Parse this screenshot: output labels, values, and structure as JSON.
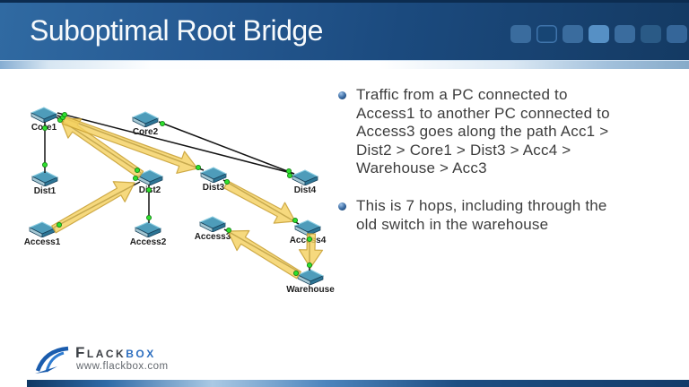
{
  "slide": {
    "title": "Suboptimal Root Bridge"
  },
  "header": {
    "decor_squares": [
      {
        "fill": "#3a6c9e"
      },
      {
        "fill": "#174574",
        "border": "#3f74ab"
      },
      {
        "fill": "#3a6c9e"
      },
      {
        "fill": "#5690c5"
      },
      {
        "fill": "#3a6c9e"
      },
      {
        "fill": "#2a5a86"
      },
      {
        "fill": "#356699"
      }
    ]
  },
  "bullets": [
    {
      "lines": [
        "Traffic from a PC connected to",
        "Access1 to another PC connected to",
        "Access3 goes along the path Acc1 >",
        "Dist2 > Core1 > Dist3 > Acc4 >",
        "Warehouse > Acc3"
      ]
    },
    {
      "lines": [
        "This is 7 hops, including through the",
        "old switch in the warehouse"
      ]
    }
  ],
  "diagram": {
    "nodes": [
      {
        "label": "Core1"
      },
      {
        "label": "Core2"
      },
      {
        "label": "Dist1"
      },
      {
        "label": "Dist2"
      },
      {
        "label": "Dist3"
      },
      {
        "label": "Dist4"
      },
      {
        "label": "Access1"
      },
      {
        "label": "Access2"
      },
      {
        "label": "Access3"
      },
      {
        "label": "Access4"
      },
      {
        "label": "Warehouse"
      }
    ],
    "links": [
      [
        "Core1",
        "Dist1"
      ],
      [
        "Core1",
        "Dist2"
      ],
      [
        "Core1",
        "Dist3"
      ],
      [
        "Core1",
        "Dist4"
      ],
      [
        "Core2",
        "Dist4"
      ],
      [
        "Dist2",
        "Access2"
      ],
      [
        "Access1",
        "Dist2"
      ],
      [
        "Dist3",
        "Access4"
      ],
      [
        "Access4",
        "Warehouse"
      ],
      [
        "Warehouse",
        "Access3"
      ]
    ],
    "traffic_path": [
      "Access1",
      "Dist2",
      "Core1",
      "Dist3",
      "Access4",
      "Warehouse",
      "Access3"
    ]
  },
  "footer": {
    "logo_primary": "Flack",
    "logo_accent": "box",
    "website": "www.flackbox.com"
  },
  "colors": {
    "header_blue": "#1b4a7e",
    "accent_light_blue": "#5690c5",
    "arrow_yellow": "#f4d05e",
    "link_status_green": "#2ee02e",
    "title_text": "#f7fafc",
    "body_text": "#3d3d3d",
    "logo_blue": "#2e6fc0"
  }
}
